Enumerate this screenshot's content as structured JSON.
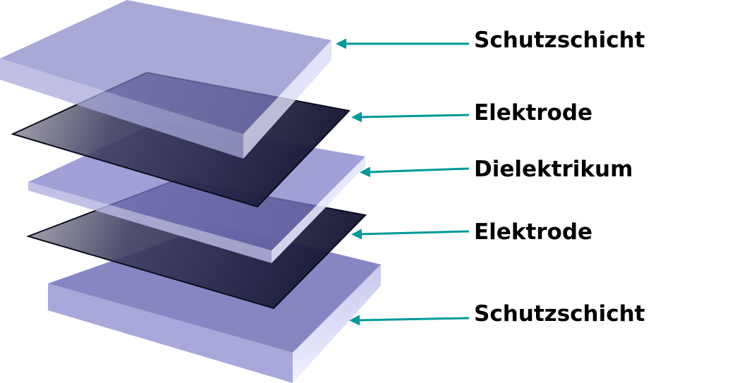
{
  "layers": [
    {
      "id": "top-protective-layer",
      "label": "Schutzschicht"
    },
    {
      "id": "upper-electrode",
      "label": "Elektrode"
    },
    {
      "id": "dielectric",
      "label": "Dielektrikum"
    },
    {
      "id": "lower-electrode",
      "label": "Elektrode"
    },
    {
      "id": "bottom-protective-layer",
      "label": "Schutzschicht"
    }
  ],
  "colors": {
    "protective_top": "#7f7fc0",
    "protective_side_light": "#d8d8f4",
    "protective_front": "#a6a6d8",
    "electrode_dark": "#141432",
    "electrode_light": "#a0a0a8",
    "arrow": "#009999"
  }
}
